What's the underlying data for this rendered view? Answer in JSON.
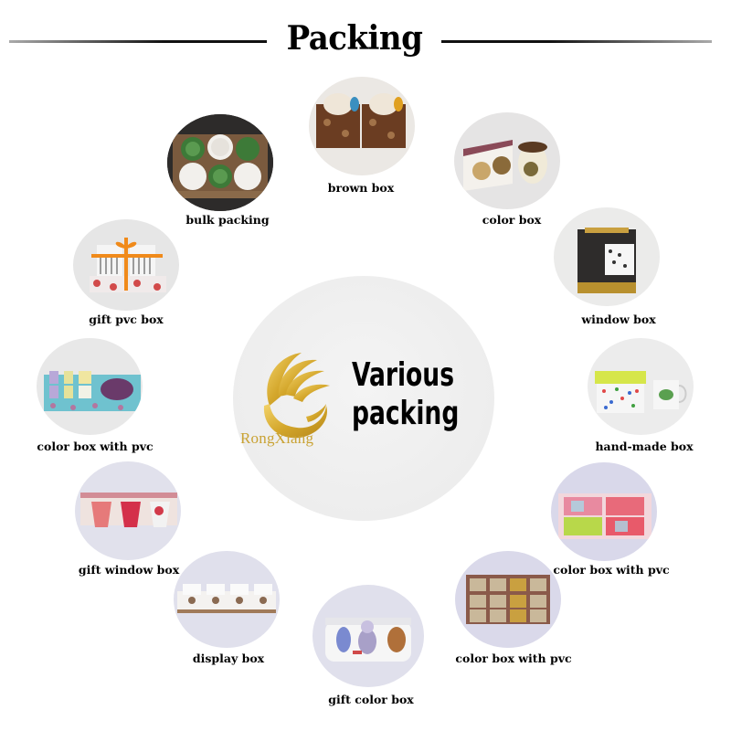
{
  "header": {
    "title": "Packing"
  },
  "center": {
    "brand": "RongXiang",
    "headline_line1": "Various",
    "headline_line2": "packing",
    "logo_color": "#d4a72c"
  },
  "items": [
    {
      "label": "brown box"
    },
    {
      "label": "bulk packing"
    },
    {
      "label": "color box"
    },
    {
      "label": "gift pvc box"
    },
    {
      "label": "window box"
    },
    {
      "label": "color box with pvc"
    },
    {
      "label": "hand-made box"
    },
    {
      "label": "gift window box"
    },
    {
      "label": "color box with pvc"
    },
    {
      "label": "display box"
    },
    {
      "label": "color box with pvc"
    },
    {
      "label": "gift color box"
    }
  ]
}
